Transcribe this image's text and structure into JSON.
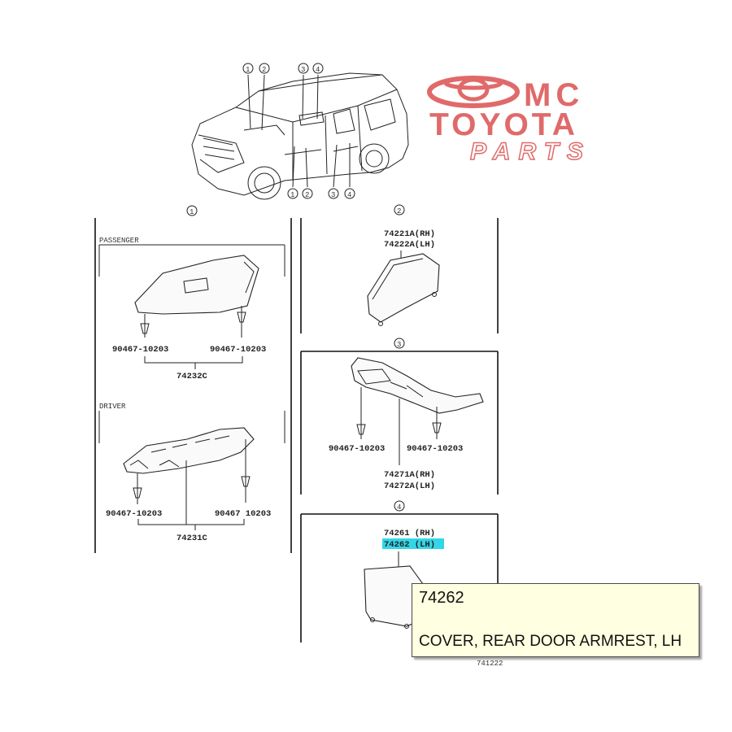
{
  "logo": {
    "line1": "MC",
    "line2": "TOYOTA",
    "line3": "PARTS",
    "color": "#e06a6a"
  },
  "overview": {
    "top_markers": [
      "1",
      "2",
      "3",
      "4"
    ],
    "bottom_markers": [
      "1",
      "2",
      "3",
      "4"
    ]
  },
  "panels": {
    "panel1": {
      "marker": "1",
      "passenger": {
        "heading": "PASSENGER",
        "clip_left": "90467-10203",
        "clip_right": "90467-10203",
        "assembly": "74232C"
      },
      "driver": {
        "heading": "DRIVER",
        "clip_left": "90467-10203",
        "clip_right": "90467 10203",
        "assembly": "74231C"
      }
    },
    "panel2": {
      "marker": "2",
      "part_rh": "74221A(RH)",
      "part_lh": "74222A(LH)"
    },
    "panel3": {
      "marker": "3",
      "clip_left": "90467-10203",
      "clip_right": "90467-10203",
      "part_rh": "74271A(RH)",
      "part_lh": "74272A(LH)"
    },
    "panel4": {
      "marker": "4",
      "part_rh": "74261 (RH)",
      "part_lh": "74262 (LH)",
      "highlight_color": "#33d6e6",
      "figure_number": "741222"
    }
  },
  "tooltip": {
    "code": "74262",
    "description": "COVER, REAR DOOR ARMREST, LH"
  }
}
